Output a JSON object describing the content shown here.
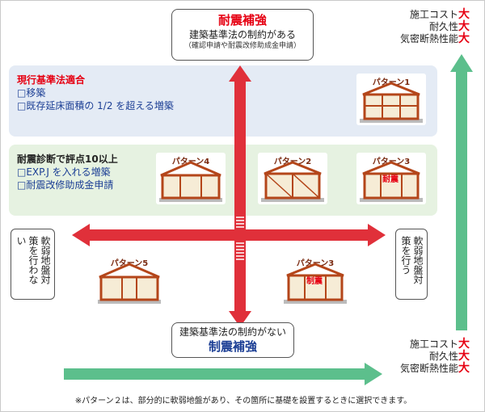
{
  "top_box": {
    "title": "耐震補強",
    "subtitle": "建築基準法の制約がある",
    "note": "（確認申請や耐震改修助成金申請）"
  },
  "bottom_box": {
    "subtitle": "建築基準法の制約がない",
    "title": "制震補強"
  },
  "blue_band": {
    "title": "現行基準法適合",
    "items": [
      "□移築",
      "□既存延床面積の 1/2 を超える増築"
    ]
  },
  "green_band": {
    "title": "耐震診断で評点10以上",
    "items": [
      "□EXP.J を入れる増築",
      "□耐震改修助成金申請"
    ]
  },
  "left_box": {
    "text": "軟弱地盤対策を行わない"
  },
  "right_box": {
    "text": "軟弱地盤対策を行う"
  },
  "axis_top": {
    "rows": [
      {
        "label": "施工コスト",
        "value": "大"
      },
      {
        "label": "耐久性",
        "value": "大"
      },
      {
        "label": "気密断熱性能",
        "value": "大"
      }
    ]
  },
  "axis_bottom": {
    "rows": [
      {
        "label": "施工コスト",
        "value": "大"
      },
      {
        "label": "耐久性",
        "value": "大"
      },
      {
        "label": "気密断熱性能",
        "value": "大"
      }
    ]
  },
  "patterns": {
    "p1": {
      "label": "パターン1",
      "sub": ""
    },
    "p4": {
      "label": "パターン4",
      "sub": ""
    },
    "p2": {
      "label": "パターン2",
      "sub": ""
    },
    "p3_top": {
      "label": "パターン3",
      "sub": "耐震"
    },
    "p5": {
      "label": "パターン5",
      "sub": ""
    },
    "p3_bottom": {
      "label": "パターン3",
      "sub": "制震"
    }
  },
  "footnote": "※パターン２は、部分的に軟弱地盤があり、その箇所に基礎を設置するときに選択できます。",
  "colors": {
    "red_accent": "#e60012",
    "blue_text": "#1c3f95",
    "arrow_red": "#e0303a",
    "arrow_green": "#5cbf8c",
    "band_blue": "#e4ebf5",
    "band_green": "#e6f2e1",
    "house_frame": "#b4461a"
  }
}
